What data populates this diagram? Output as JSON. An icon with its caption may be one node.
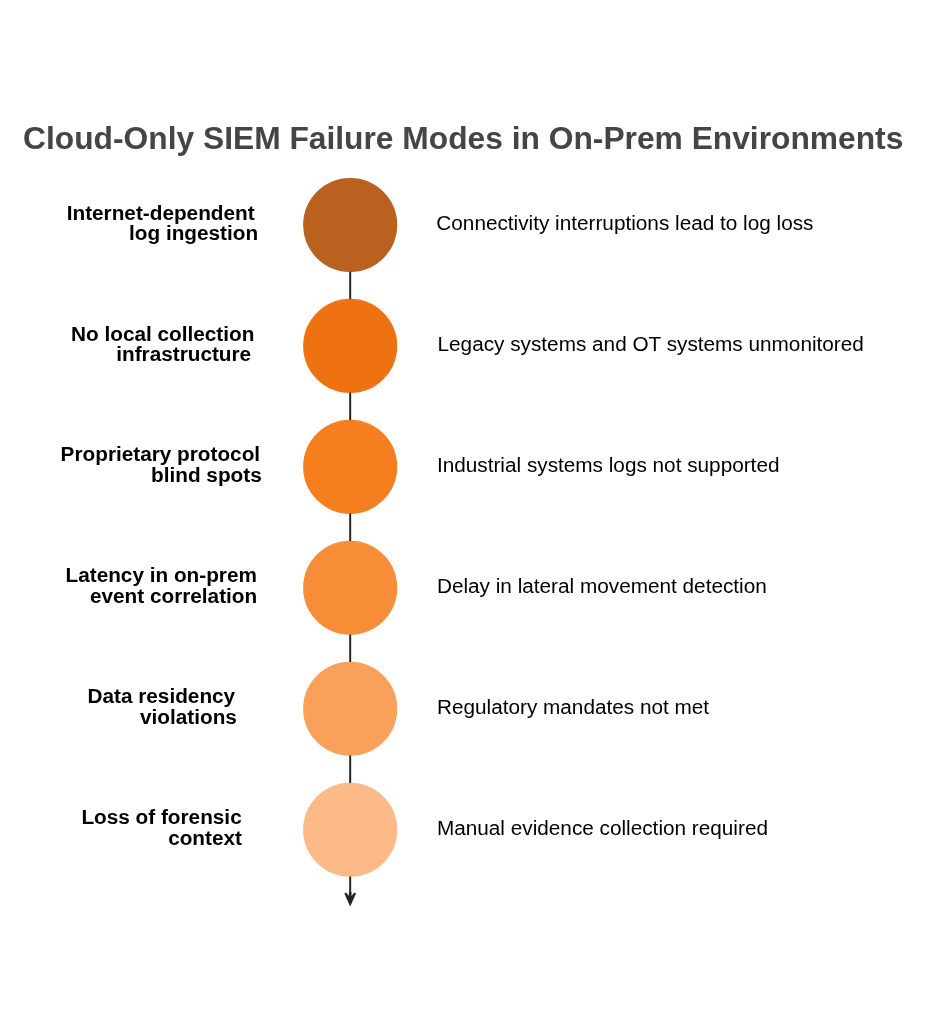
{
  "diagram": {
    "title": "Cloud-Only SIEM Failure Modes in On-Prem Environments",
    "nodes": [
      {
        "text": [],
        "shape": "circle",
        "beside": [
          "Internet-dependent log ingestion",
          "Connectivity interruptions lead to log loss"
        ]
      },
      {
        "text": [],
        "shape": "circle",
        "beside": [
          "No local collection infrastructure",
          "Legacy systems and OT systems unmonitored"
        ]
      },
      {
        "text": [],
        "shape": "circle",
        "beside": [
          "Proprietary protocol blind spots",
          "Industrial systems logs not supported"
        ]
      },
      {
        "text": [],
        "shape": "circle",
        "beside": [
          "Latency in on-prem event correlation",
          "Delay in lateral movement detection"
        ]
      },
      {
        "text": [],
        "shape": "circle",
        "beside": [
          "Data residency violations",
          "Regulatory mandates not met"
        ]
      },
      {
        "text": [],
        "shape": "circle",
        "beside": [
          "Loss of forensic context",
          "Manual evidence collection required"
        ]
      }
    ],
    "edges": [
      {
        "from": 0,
        "to": 1,
        "arrow": "none"
      },
      {
        "from": 1,
        "to": 2,
        "arrow": "none"
      },
      {
        "from": 2,
        "to": 3,
        "arrow": "none"
      },
      {
        "from": 3,
        "to": 4,
        "arrow": "none"
      },
      {
        "from": 4,
        "to": 5,
        "arrow": "none"
      },
      {
        "from": 5,
        "to": null,
        "arrow": "to"
      }
    ]
  }
}
